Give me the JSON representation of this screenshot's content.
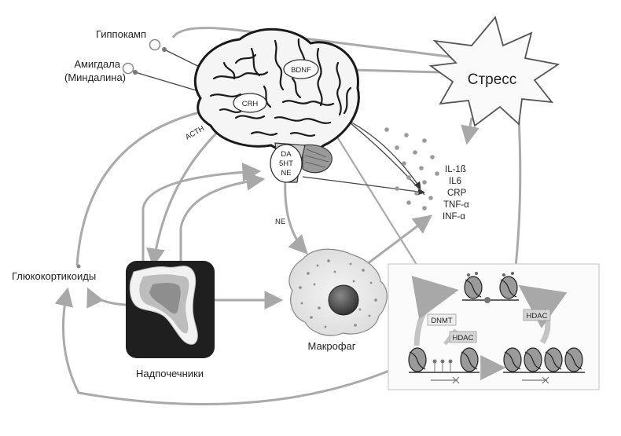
{
  "labels": {
    "hippocampus": "Гиппокамп",
    "amygdala_1": "Амигдала",
    "amygdala_2": "(Миндалина)",
    "bdnf": "BDNF",
    "crh": "CRH",
    "acth": "ACTH",
    "neuro_1": "DA",
    "neuro_2": "5HT",
    "neuro_3": "NE",
    "stress": "Стресс",
    "ne": "NE",
    "glucocorticoids": "Глюкокортикоиды",
    "adrenals": "Надпочечники",
    "macrophage": "Макрофаг",
    "dnmt": "DNMT",
    "hdac_1": "HDAC",
    "hdac_2": "HDAC"
  },
  "cytokines": [
    "IL-1ß",
    "IL6",
    "CRP",
    "TNF-α",
    "INF-α"
  ],
  "icons": [
    "brain-icon",
    "adrenal-gland-icon",
    "macrophage-icon",
    "stress-burst-icon",
    "nucleosome-icon"
  ],
  "colors": {
    "arrow": "#aaaaaa",
    "line": "#444444",
    "panel_border": "#cccccc",
    "macrophage_nucleus": "#555555",
    "adrenal_bg": "#1f1f1f"
  }
}
